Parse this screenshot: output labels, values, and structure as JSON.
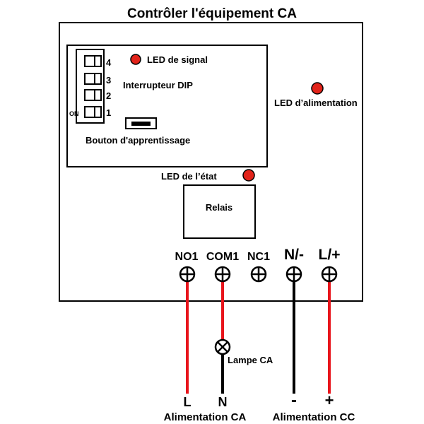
{
  "title": "Contrôler l'équipement CA",
  "labels": {
    "signal_led": "LED de signal",
    "dip_switch": "Interrupteur DIP",
    "learn_button": "Bouton d'apprentissage",
    "power_led": "LED d’alimentation",
    "status_led": "LED de l’état",
    "relay": "Relais",
    "dip_on": "ON",
    "lamp": "Lampe CA"
  },
  "dip_numbers": [
    "4",
    "3",
    "2",
    "1"
  ],
  "terminals": [
    "NO1",
    "COM1",
    "NC1",
    "N/-",
    "L/+"
  ],
  "wire_ends": {
    "L": "L",
    "N": "N",
    "minus": "-",
    "plus": "+"
  },
  "footers": {
    "ac_power": "Alimentation CA",
    "dc_power": "Alimentation CC"
  },
  "colors": {
    "wire_red": "#e8141b",
    "wire_black": "#000000",
    "led_red": "#e2231a"
  }
}
